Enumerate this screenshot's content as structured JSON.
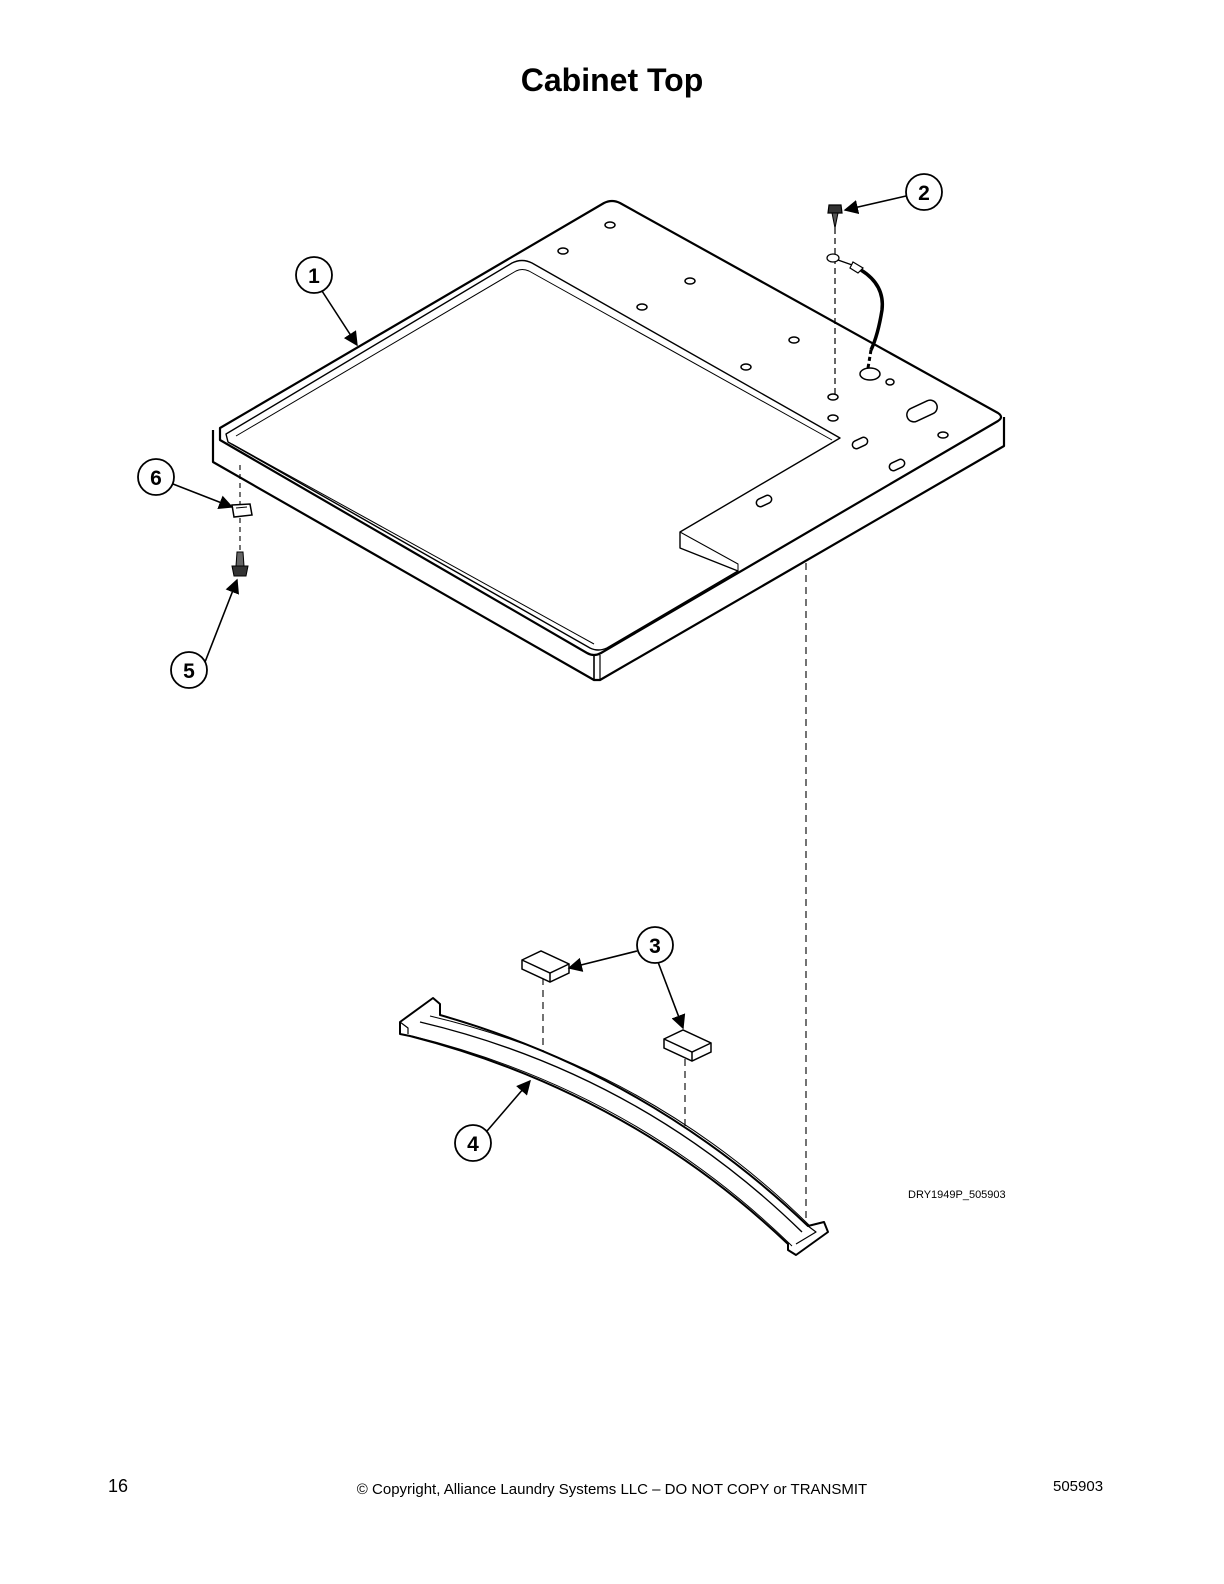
{
  "title": "Cabinet Top",
  "callouts": [
    "1",
    "2",
    "3",
    "4",
    "5",
    "6"
  ],
  "figure_id": "DRY1949P_505903",
  "footer": {
    "page_number": "16",
    "copyright": "© Copyright, Alliance Laundry Systems LLC – DO NOT COPY or TRANSMIT",
    "doc_number": "505903"
  }
}
